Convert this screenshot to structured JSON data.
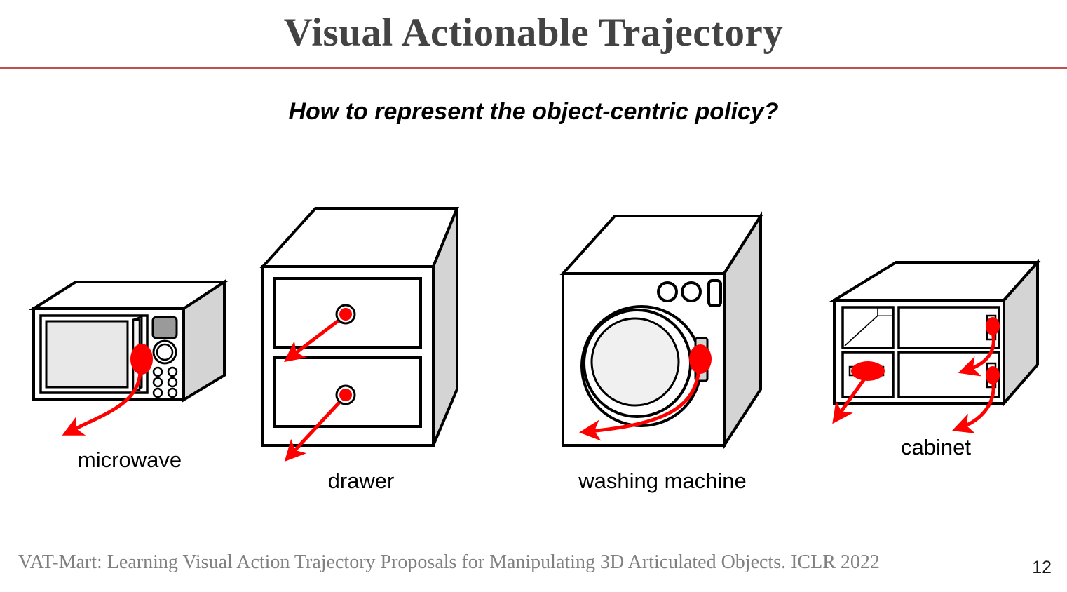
{
  "slide": {
    "title": "Visual Actionable Trajectory",
    "subtitle": "How to represent the object-centric policy?",
    "page_number": "12",
    "citation": "VAT-Mart: Learning Visual Action Trajectory Proposals for Manipulating 3D Articulated Objects. ICLR 2022",
    "rule_color": "#c0504d",
    "title_color": "#434343",
    "background_color": "#ffffff"
  },
  "figures": [
    {
      "id": "microwave",
      "label": "microwave",
      "interaction": "revolute-door-pull",
      "marker_color": "#ff0000",
      "marker_shape": "ellipse",
      "body_color": "#ffffff",
      "side_color": "#d4d4d4",
      "window_color": "#e8e8e8",
      "panel_color": "#9a9a9a",
      "trajectory": "curved-arrow-down-left"
    },
    {
      "id": "drawer",
      "label": "drawer",
      "interaction": "prismatic-pull",
      "marker_color": "#ff0000",
      "marker_shape": "circle-dot",
      "body_color": "#ffffff",
      "side_color": "#d4d4d4",
      "trajectory": "straight-arrow-down-left"
    },
    {
      "id": "washing-machine",
      "label": "washing machine",
      "interaction": "revolute-door-swing",
      "marker_color": "#ff0000",
      "marker_shape": "ellipse",
      "body_color": "#ffffff",
      "side_color": "#d4d4d4",
      "window_color": "#f0f0f0",
      "trajectory": "curved-arrow-sweep-left"
    },
    {
      "id": "cabinet",
      "label": "cabinet",
      "interaction": "mixed-doors-and-drawers",
      "marker_color": "#ff0000",
      "marker_shape": "ellipse",
      "body_color": "#ffffff",
      "side_color": "#d4d4d4",
      "trajectory": "multiple-arrows"
    }
  ]
}
